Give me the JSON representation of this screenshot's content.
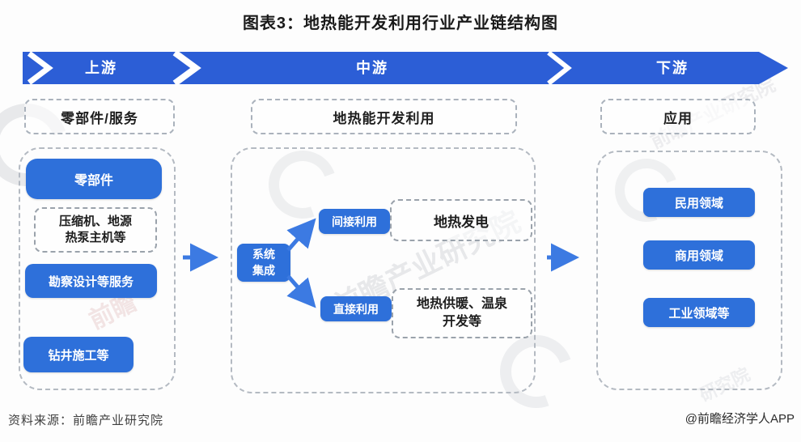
{
  "title": "图表3：地热能开发利用行业产业链结构图",
  "banner": {
    "segments": [
      {
        "label": "上游"
      },
      {
        "label": "中游"
      },
      {
        "label": "下游"
      }
    ]
  },
  "stage_labels": [
    {
      "label": "零部件/服务"
    },
    {
      "label": "地热能开发利用"
    },
    {
      "label": "应用"
    }
  ],
  "upstream": {
    "items": [
      {
        "label": "零部件",
        "style": "solid"
      },
      {
        "label": "压缩机、地源热泵主机等",
        "style": "dashed"
      },
      {
        "label": "勘察设计等服务",
        "style": "solid"
      },
      {
        "label": "钻井施工等",
        "style": "solid"
      }
    ]
  },
  "midstream": {
    "root_label": "系统集成",
    "branches": [
      {
        "node_label": "间接利用",
        "result_label": "地热发电"
      },
      {
        "node_label": "直接利用",
        "result_label": "地热供暖、温泉开发等"
      }
    ]
  },
  "downstream": {
    "items": [
      {
        "label": "民用领域"
      },
      {
        "label": "商用领域"
      },
      {
        "label": "工业领域等"
      }
    ]
  },
  "footer": {
    "source": "资料来源：前瞻产业研究院",
    "credit": "@前瞻经济学人APP"
  },
  "watermarks": {
    "brand_center": "前瞻产业研究院",
    "brand_top_right": "前瞻产业研究院",
    "brand_red": "前瞻",
    "brand_bottom_right": "研究院"
  },
  "colors": {
    "banner_blue": "#2c5ed6",
    "box_blue": "#2e70da",
    "arrow_blue": "#3c7ae2",
    "dashed_gray": "#b4bac2",
    "text_dark": "#222222"
  }
}
